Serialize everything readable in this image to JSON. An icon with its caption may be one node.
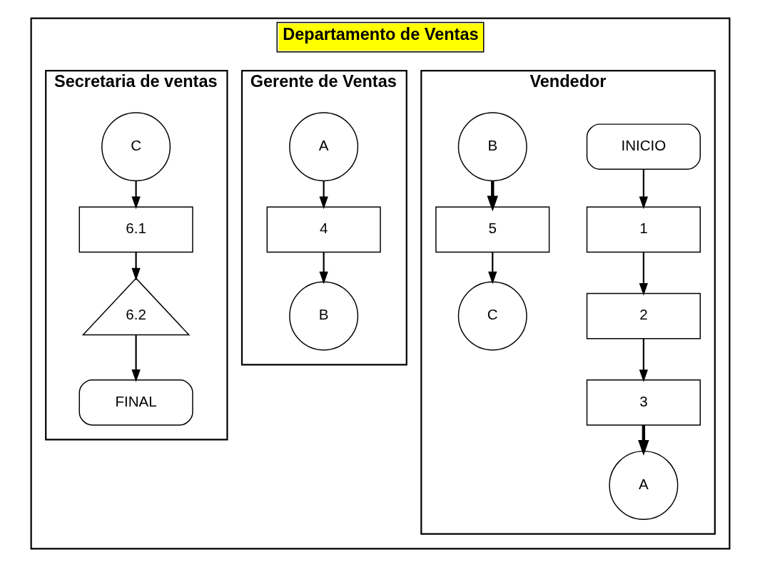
{
  "diagram": {
    "nodes": [
      {
        "text": [
          "Departamento de Ventas"
        ]
      },
      {
        "text": [
          "Vendedor"
        ],
        "in": 0
      },
      {
        "text": [
          "Gerente de Ventas"
        ],
        "in": 0
      },
      {
        "text": [
          "Secretaria de ventas"
        ],
        "in": 0
      },
      {
        "text": [
          "INICIO"
        ],
        "in": 1
      },
      {
        "text": [
          "1"
        ],
        "in": 1
      },
      {
        "text": [
          "2"
        ],
        "in": 1
      },
      {
        "text": [
          "3"
        ],
        "in": 1
      },
      {
        "text": [
          "B"
        ],
        "in": 1
      },
      {
        "text": [
          "A"
        ],
        "in": 1
      },
      {
        "text": [
          "5"
        ],
        "in": 1
      },
      {
        "text": [
          "C"
        ],
        "in": 1
      },
      {
        "text": [
          "A"
        ],
        "in": 2
      },
      {
        "text": [
          "4"
        ],
        "in": 2
      },
      {
        "text": [
          "B"
        ],
        "in": 2
      },
      {
        "text": [
          "C"
        ],
        "in": 3
      },
      {
        "text": [
          "6.1"
        ],
        "in": 3
      },
      {
        "text": [
          "6.2"
        ],
        "in": 3
      },
      {
        "text": [
          "FINAL"
        ],
        "in": 3
      }
    ],
    "edges": [
      {
        "from": 4,
        "to": 5,
        "arrow": "to"
      },
      {
        "from": 5,
        "to": 6,
        "arrow": "to"
      },
      {
        "from": 6,
        "to": 7,
        "arrow": "to"
      },
      {
        "from": 7,
        "to": 9,
        "arrow": "to",
        "style": "thick"
      },
      {
        "from": 8,
        "to": 10,
        "arrow": "to",
        "style": "thick"
      },
      {
        "from": 10,
        "to": 11,
        "arrow": "to"
      },
      {
        "from": 12,
        "to": 13,
        "arrow": "to"
      },
      {
        "from": 13,
        "to": 14,
        "arrow": "to"
      },
      {
        "from": 15,
        "to": 16,
        "arrow": "to"
      },
      {
        "from": 16,
        "to": 17,
        "arrow": "to"
      },
      {
        "from": 17,
        "to": 18,
        "arrow": "to"
      }
    ]
  }
}
